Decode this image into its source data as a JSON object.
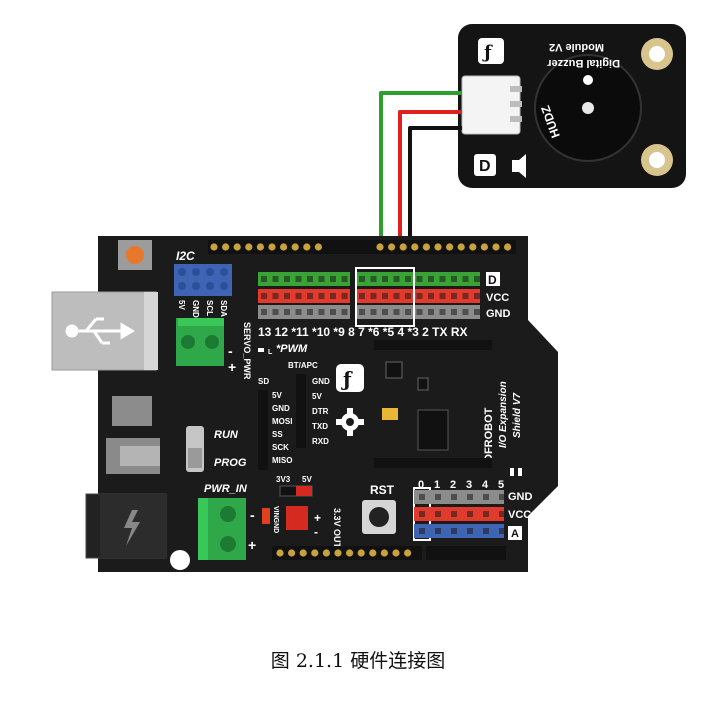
{
  "caption": "图 2.1.1  硬件连接图",
  "buzzer_module": {
    "name_line1": "Digital Buzzer",
    "name_line2": "Module V2",
    "buzzer_marking": "HUDZ"
  },
  "shield": {
    "header_i2c": "I2C",
    "i2c_pins": [
      "5V",
      "GND",
      "SCL",
      "SDA"
    ],
    "servo_pwr": "SERVO_PWR",
    "row_labels": {
      "digital": "D",
      "vcc": "VCC",
      "gnd": "GND"
    },
    "digital_numbers": "13 12 *11 *10 *9  8   7  *6  *5  4  *3  2 TX RX",
    "pwm_note": "*PWM",
    "bt_apc": "BT/APC",
    "bt_pins": [
      "GND",
      "5V",
      "DTR",
      "TXD",
      "RXD"
    ],
    "sd": "SD",
    "sd_pins": [
      "5V",
      "GND",
      "MOSI",
      "SS",
      "SCK",
      "MISO"
    ],
    "run": "RUN",
    "prog": "PROG",
    "pwr_in": "PWR_IN",
    "v3v3": "3V3",
    "v5": "5V",
    "vin_gnd": "VINGND",
    "rst": "RST",
    "out_label": "3.3V OUT",
    "analog_numbers": [
      "0",
      "1",
      "2",
      "3",
      "4",
      "5"
    ],
    "analog_row_labels": {
      "gnd": "GND",
      "vcc": "VCC",
      "a": "A"
    },
    "brand": "DFROBOT",
    "product_line1": "I/O Expansion",
    "product_line2": "Shield V7",
    "led_l": "L"
  },
  "colors": {
    "board": "#1a1a1a",
    "module": "#121212",
    "wire_green": "#2e9e2e",
    "wire_red": "#e02020",
    "wire_black": "#111111",
    "pin_green": "#3aa335",
    "pin_red": "#e23b2e",
    "pin_gray": "#8c8c8c",
    "pin_blue": "#3f64b4",
    "header_gold": "#c8a23c",
    "terminal_green": "#2fa84a"
  }
}
